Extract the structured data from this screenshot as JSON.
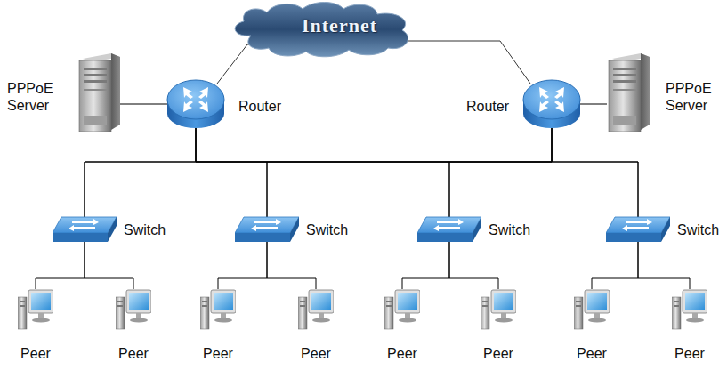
{
  "diagram": {
    "nodes": [
      {
        "text": [
          "PPPoE Server"
        ]
      },
      {
        "text": [
          "Router"
        ]
      },
      {
        "text": [
          "Internet"
        ]
      },
      {
        "text": [
          "Router"
        ]
      },
      {
        "text": [
          "PPPoE Server"
        ]
      },
      {
        "text": [
          "Switch"
        ]
      },
      {
        "text": [
          "Switch"
        ]
      },
      {
        "text": [
          "Switch"
        ]
      },
      {
        "text": [
          "Switch"
        ]
      },
      {
        "text": [
          "Peer"
        ]
      },
      {
        "text": [
          "Peer"
        ]
      },
      {
        "text": [
          "Peer"
        ]
      },
      {
        "text": [
          "Peer"
        ]
      },
      {
        "text": [
          "Peer"
        ]
      },
      {
        "text": [
          "Peer"
        ]
      },
      {
        "text": [
          "Peer"
        ]
      },
      {
        "text": [
          "Peer"
        ]
      }
    ],
    "edges": [
      {
        "from": 0,
        "to": 1,
        "arrow": "none"
      },
      {
        "from": 1,
        "to": 2,
        "arrow": "none"
      },
      {
        "from": 3,
        "to": 2,
        "arrow": "none"
      },
      {
        "from": 4,
        "to": 3,
        "arrow": "none"
      },
      {
        "from": 1,
        "to": 5,
        "arrow": "none"
      },
      {
        "from": 1,
        "to": 6,
        "arrow": "none"
      },
      {
        "from": 1,
        "to": 7,
        "arrow": "none"
      },
      {
        "from": 1,
        "to": 8,
        "arrow": "none"
      },
      {
        "from": 3,
        "to": 5,
        "arrow": "none"
      },
      {
        "from": 3,
        "to": 6,
        "arrow": "none"
      },
      {
        "from": 3,
        "to": 7,
        "arrow": "none"
      },
      {
        "from": 3,
        "to": 8,
        "arrow": "none"
      },
      {
        "from": 5,
        "to": 9,
        "arrow": "none"
      },
      {
        "from": 5,
        "to": 10,
        "arrow": "none"
      },
      {
        "from": 6,
        "to": 11,
        "arrow": "none"
      },
      {
        "from": 6,
        "to": 12,
        "arrow": "none"
      },
      {
        "from": 7,
        "to": 13,
        "arrow": "none"
      },
      {
        "from": 7,
        "to": 14,
        "arrow": "none"
      },
      {
        "from": 8,
        "to": 15,
        "arrow": "none"
      },
      {
        "from": 8,
        "to": 16,
        "arrow": "none"
      }
    ]
  }
}
